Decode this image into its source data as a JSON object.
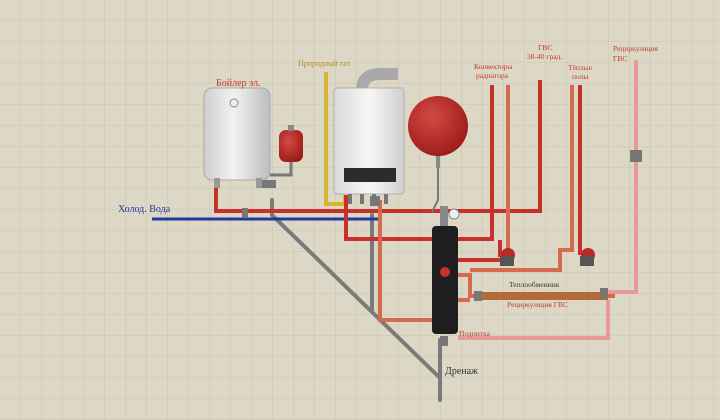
{
  "labels": {
    "boiler": "Бойлер эл.",
    "gas": "Природный газ",
    "convectors": [
      "Конвекторы",
      "радиатора"
    ],
    "dhw": [
      "ГВС",
      "38-40 град."
    ],
    "floors": [
      "Тёплые",
      "полы"
    ],
    "recirc_top": [
      "Рециркуляция",
      "ГВС"
    ],
    "cold_water": "Холод. Вода",
    "heat_exchanger": "Теплообменник",
    "recirc_mid": "Рециркуляция ГВС",
    "makeup": "Подпитка",
    "drain": "Дренаж"
  },
  "colors": {
    "background": "#ddd8c6",
    "grid": "#c9c3ae",
    "hot_pipe": "#c9302b",
    "return_pipe": "#d56a4f",
    "recirc_pipe": "#e79a96",
    "cold_pipe": "#1f3a9c",
    "gas_pipe": "#d6b534",
    "drain_pipe": "#7a7a7a",
    "label_red": "#c23a2a",
    "label_gold": "#b8902a",
    "label_blue": "#1f3a9c",
    "label_dark": "#333333"
  },
  "icons": [
    "water-heater-icon",
    "gas-boiler-icon",
    "expansion-tank-icon",
    "circulation-pump-icon",
    "valve-icon",
    "hydraulic-separator-icon"
  ]
}
